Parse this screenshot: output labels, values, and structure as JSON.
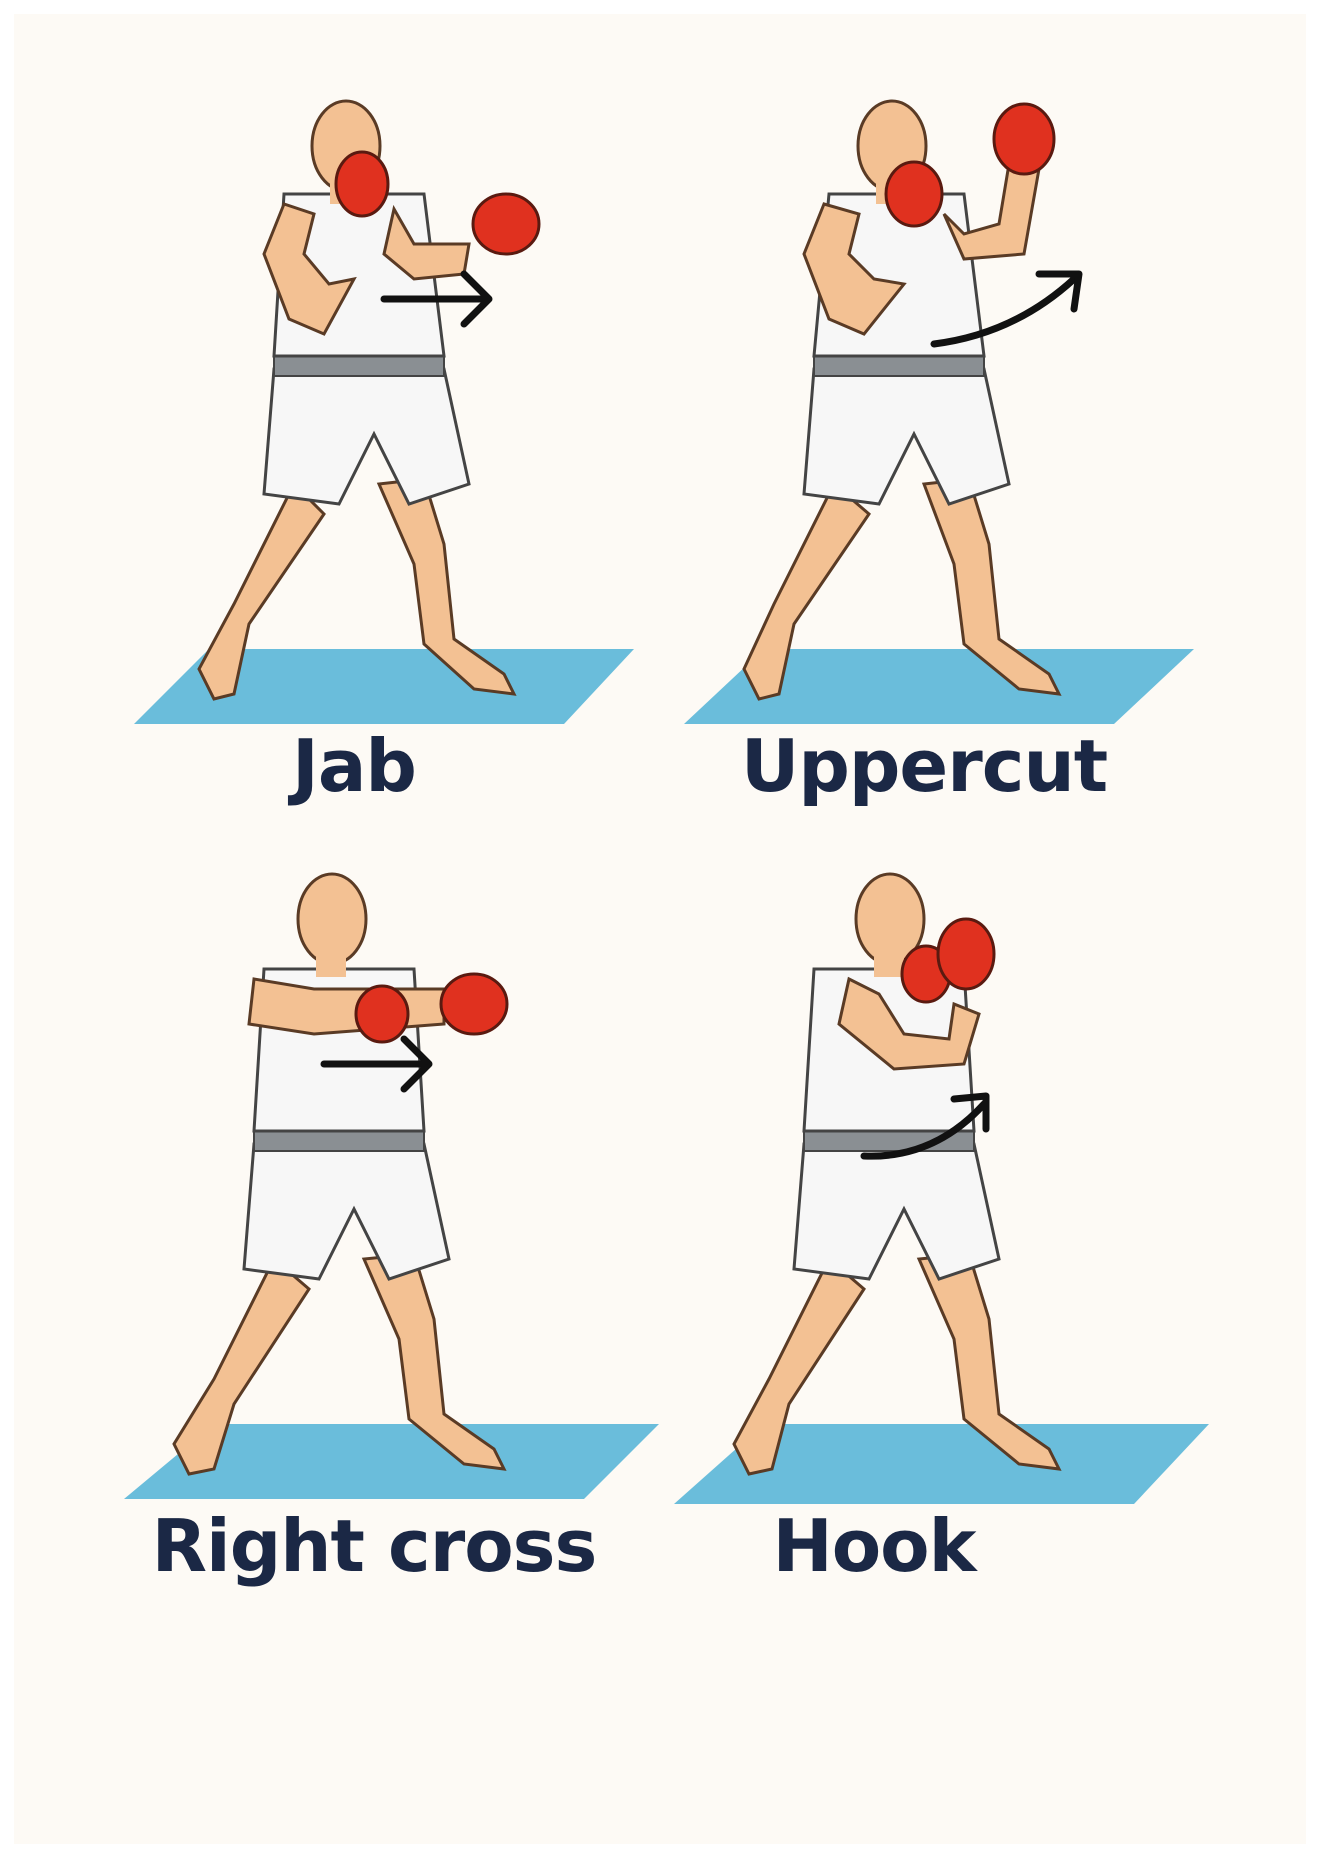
{
  "colors": {
    "background": "#fdfaf5",
    "label_text": "#1b2845",
    "skin": "#f3c193",
    "glove": "#e0311f",
    "outfit": "#f7f7f7",
    "belt": "#8a8f93",
    "mat": "#5ab6d8",
    "arrow": "#111111"
  },
  "panels": [
    {
      "label": "Jab",
      "arrow_icon": "arrow-straight-right-icon"
    },
    {
      "label": "Uppercut",
      "arrow_icon": "arrow-curved-up-icon"
    },
    {
      "label": "Right cross",
      "arrow_icon": "arrow-straight-right-icon"
    },
    {
      "label": "Hook",
      "arrow_icon": "arrow-curved-up-icon"
    }
  ]
}
